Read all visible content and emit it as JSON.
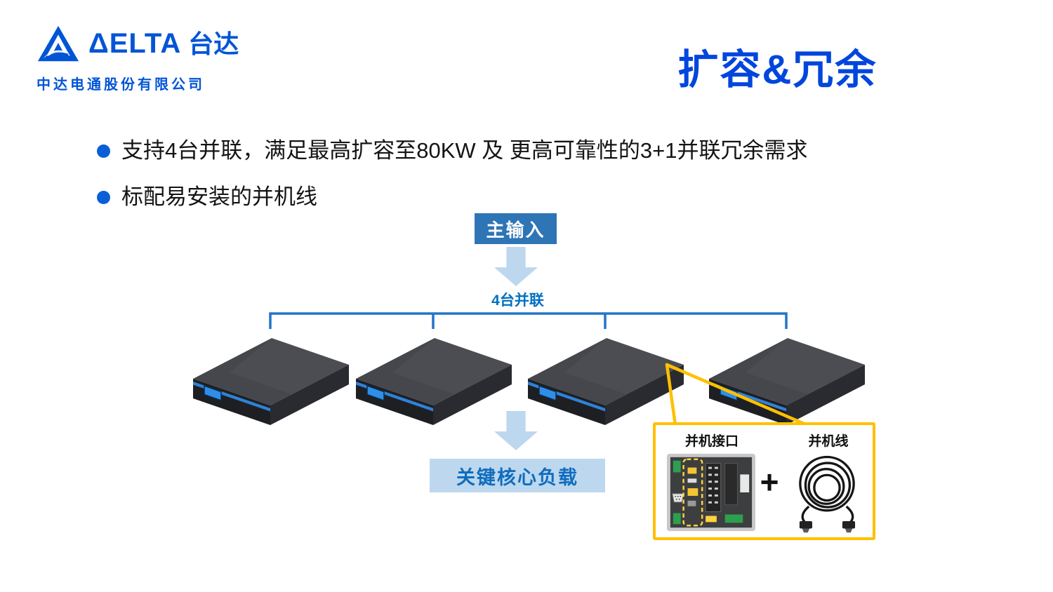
{
  "header": {
    "brand": "ΔELTA",
    "brand_cn": "台达",
    "company": "中达电通股份有限公司",
    "title": "扩容&冗余"
  },
  "bullets": [
    "支持4台并联，满足最高扩容至80KW 及 更高可靠性的3+1并联冗余需求",
    "标配易安装的并机线"
  ],
  "diagram": {
    "main_input_label": "主输入",
    "parallel_label": "4台并联",
    "unit_count": 4,
    "load_label": "关键核心负载",
    "callout": {
      "port_label": "并机接口",
      "cable_label": "并机线",
      "plus": "+"
    }
  },
  "colors": {
    "brand_blue": "#0055d6",
    "title_blue": "#0046dd",
    "main_input_blue": "#2e75b6",
    "light_arrow_blue": "#bdd7ee",
    "label_blue": "#0070c0",
    "device_stripe_blue": "#2f82d8",
    "callout_yellow": "#ffc000"
  }
}
